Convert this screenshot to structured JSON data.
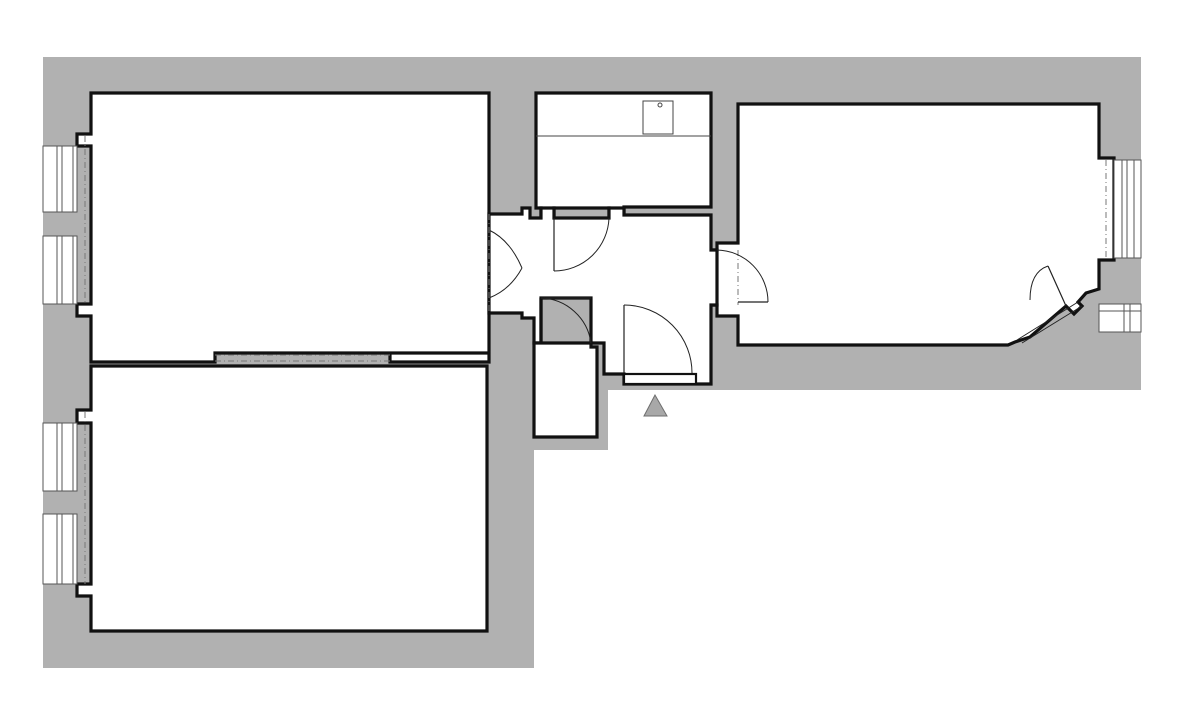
{
  "plan": {
    "colors": {
      "wall_fill": "#b1b1b1",
      "room_fill": "#ffffff",
      "outline": "#111111",
      "entrance_marker": "#a8a8a8"
    },
    "rooms": [
      {
        "id": "room-top-left"
      },
      {
        "id": "room-bottom-left"
      },
      {
        "id": "room-right"
      },
      {
        "id": "room-kitchen-top"
      },
      {
        "id": "hall"
      },
      {
        "id": "storage-small"
      }
    ],
    "entrance": {
      "marker_icon": "triangle-up-icon"
    }
  }
}
